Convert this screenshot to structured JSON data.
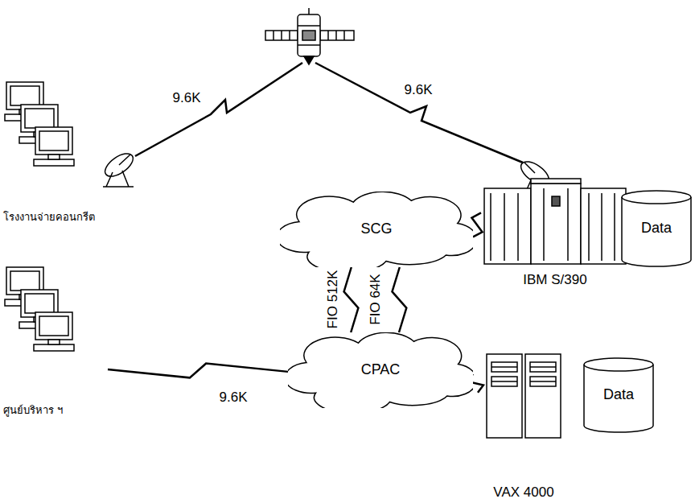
{
  "diagram": {
    "nodes": [
      {
        "text": [
          "SCG"
        ]
      },
      {
        "text": [
          "CPAC"
        ]
      },
      {
        "text": [
          "IBM S/390"
        ]
      },
      {
        "text": [
          "Data"
        ]
      },
      {
        "text": [
          "VAX 4000"
        ]
      },
      {
        "text": [
          "Data"
        ]
      },
      {
        "text": [
          "โรงงานจ่ายคอนกรีต"
        ]
      },
      {
        "text": [
          "ศูนย์บริหาร ฯ"
        ]
      }
    ],
    "edges": [
      {
        "from": 0,
        "to": 1,
        "label": "FIO 512K",
        "arrow": "none"
      },
      {
        "from": 0,
        "to": 1,
        "label": "FIO 64K",
        "arrow": "none"
      },
      {
        "from": 0,
        "to": 2,
        "arrow": "none"
      },
      {
        "from": 1,
        "to": 4,
        "arrow": "none"
      },
      {
        "from": 7,
        "to": 1,
        "label": "9.6K",
        "arrow": "none"
      }
    ],
    "labels": [
      "9.6K",
      "9.6K"
    ]
  }
}
